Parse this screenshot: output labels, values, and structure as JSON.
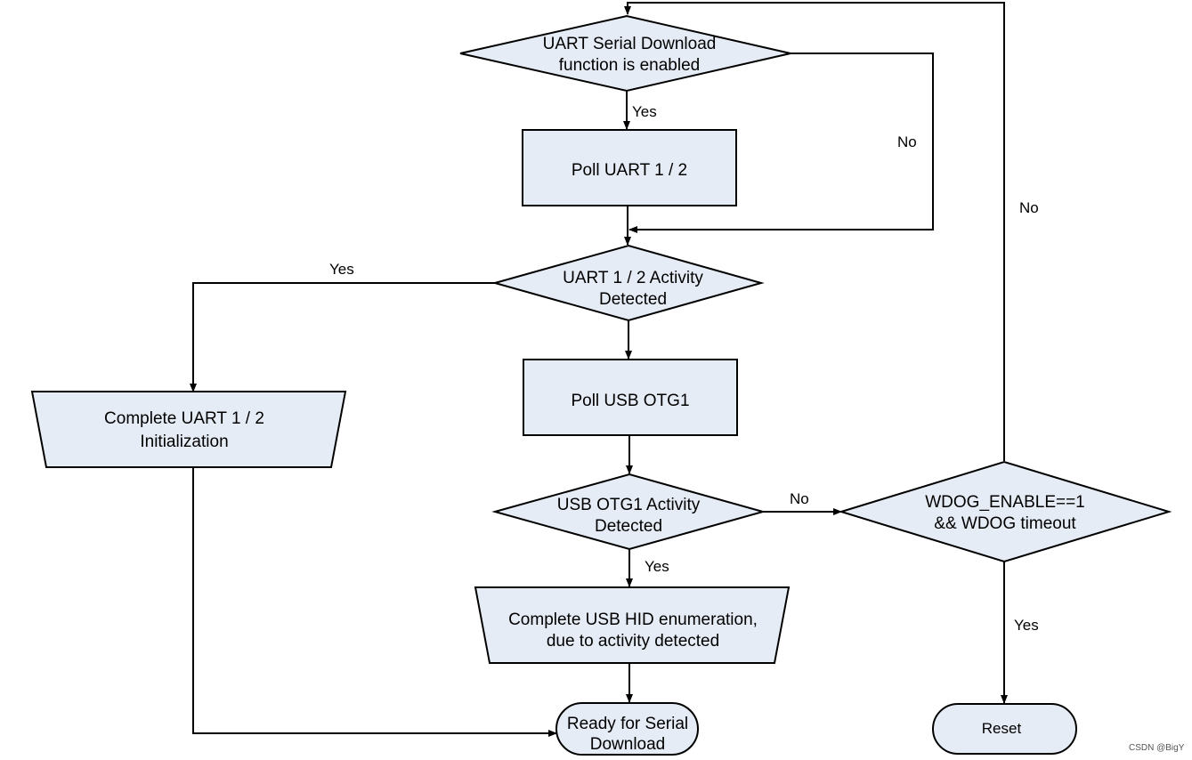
{
  "nodes": {
    "uart_enabled": {
      "line1": "UART Serial Download",
      "line2": "function is enabled"
    },
    "poll_uart": {
      "label": "Poll UART 1 / 2"
    },
    "uart_activity": {
      "line1": "UART 1 / 2 Activity",
      "line2": "Detected"
    },
    "uart_init": {
      "line1": "Complete UART 1 / 2",
      "line2": "Initialization"
    },
    "poll_usb": {
      "label": "Poll USB OTG1"
    },
    "usb_activity": {
      "line1": "USB OTG1 Activity",
      "line2": "Detected"
    },
    "wdog": {
      "line1": "WDOG_ENABLE==1",
      "line2": "&& WDOG timeout"
    },
    "usb_hid": {
      "line1": "Complete USB HID enumeration,",
      "line2": "due to activity detected"
    },
    "ready": {
      "line1": "Ready for Serial",
      "line2": "Download"
    },
    "reset": {
      "label": "Reset"
    }
  },
  "edges": {
    "uart_enabled_yes": "Yes",
    "uart_enabled_no": "No",
    "wdog_no": "No",
    "uart_activity_yes": "Yes",
    "usb_activity_no": "No",
    "usb_activity_yes": "Yes",
    "wdog_yes": "Yes"
  },
  "watermark": "CSDN @BigY",
  "colors": {
    "fill": "#e6ecf5",
    "stroke": "#000000"
  }
}
